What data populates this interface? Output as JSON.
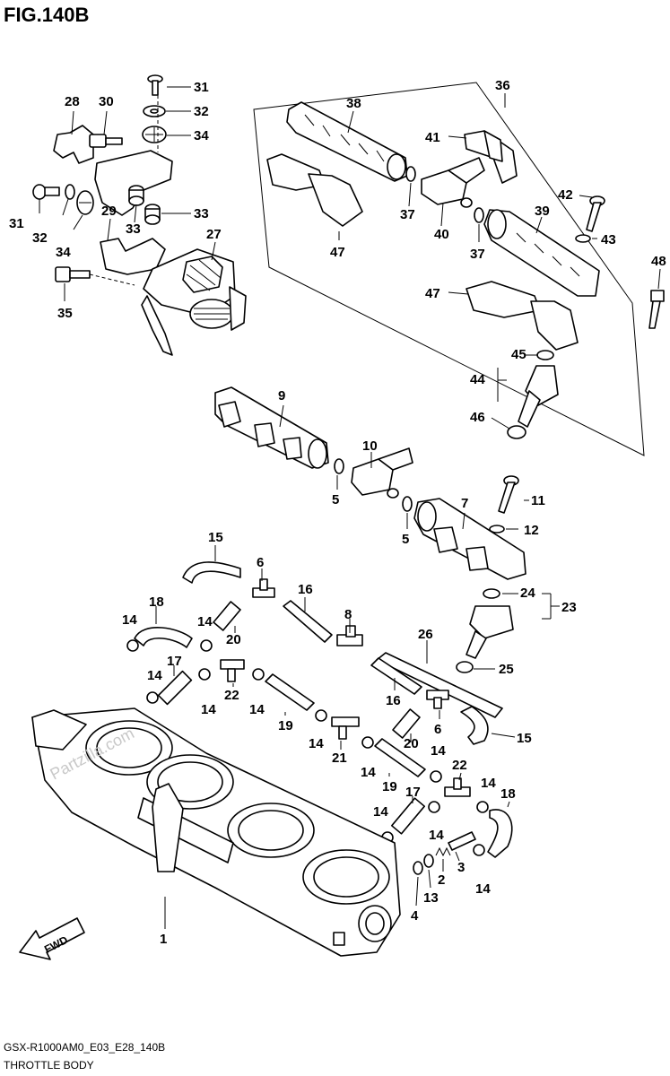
{
  "figure_title": "FIG.140B",
  "footer": {
    "model_code": "GSX-R1000AM0_E03_E28_140B",
    "section_name": "THROTTLE BODY"
  },
  "watermark": "Partzilla.com",
  "fwd_label": "FWD",
  "callouts": {
    "c1": "1",
    "c2": "2",
    "c3": "3",
    "c4": "4",
    "c5a": "5",
    "c5b": "5",
    "c6a": "6",
    "c6b": "6",
    "c7": "7",
    "c8": "8",
    "c9": "9",
    "c10": "10",
    "c11": "11",
    "c12": "12",
    "c13": "13",
    "c14a": "14",
    "c14b": "14",
    "c14c": "14",
    "c14d": "14",
    "c14e": "14",
    "c14f": "14",
    "c14g": "14",
    "c14h": "14",
    "c14i": "14",
    "c14j": "14",
    "c14k": "14",
    "c14l": "14",
    "c15a": "15",
    "c15b": "15",
    "c16a": "16",
    "c16b": "16",
    "c17a": "17",
    "c17b": "17",
    "c18a": "18",
    "c18b": "18",
    "c19a": "19",
    "c19b": "19",
    "c20a": "20",
    "c20b": "20",
    "c21": "21",
    "c22a": "22",
    "c22b": "22",
    "c23": "23",
    "c24": "24",
    "c25": "25",
    "c26": "26",
    "c27": "27",
    "c28": "28",
    "c29": "29",
    "c30": "30",
    "c31a": "31",
    "c31b": "31",
    "c32a": "32",
    "c32b": "32",
    "c33a": "33",
    "c33b": "33",
    "c34a": "34",
    "c34b": "34",
    "c35": "35",
    "c36": "36",
    "c37a": "37",
    "c37b": "37",
    "c38": "38",
    "c39": "39",
    "c40": "40",
    "c41": "41",
    "c42": "42",
    "c43": "43",
    "c44": "44",
    "c45": "45",
    "c46": "46",
    "c47a": "47",
    "c47b": "47",
    "c48": "48"
  }
}
